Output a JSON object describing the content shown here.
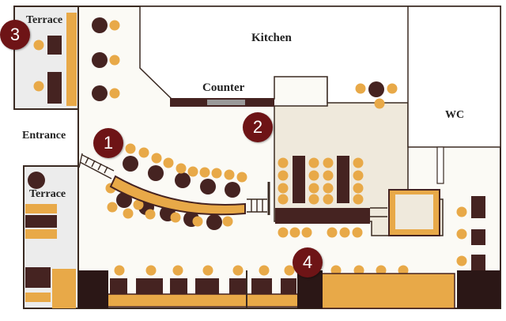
{
  "labels": {
    "kitchen": "Kitchen",
    "counter": "Counter",
    "wc": "WC",
    "entrance": "Entrance",
    "terrace_top": "Terrace",
    "terrace_left": "Terrace"
  },
  "markers": [
    "1",
    "2",
    "3",
    "4"
  ],
  "colors": {
    "floor": "#fbfaf5",
    "zone_beige": "#efe9dc",
    "terrace_grey": "#ececec",
    "wall": "#3a2a22",
    "table": "#452321",
    "seat": "#e8a948",
    "marker": "#6e1416"
  }
}
